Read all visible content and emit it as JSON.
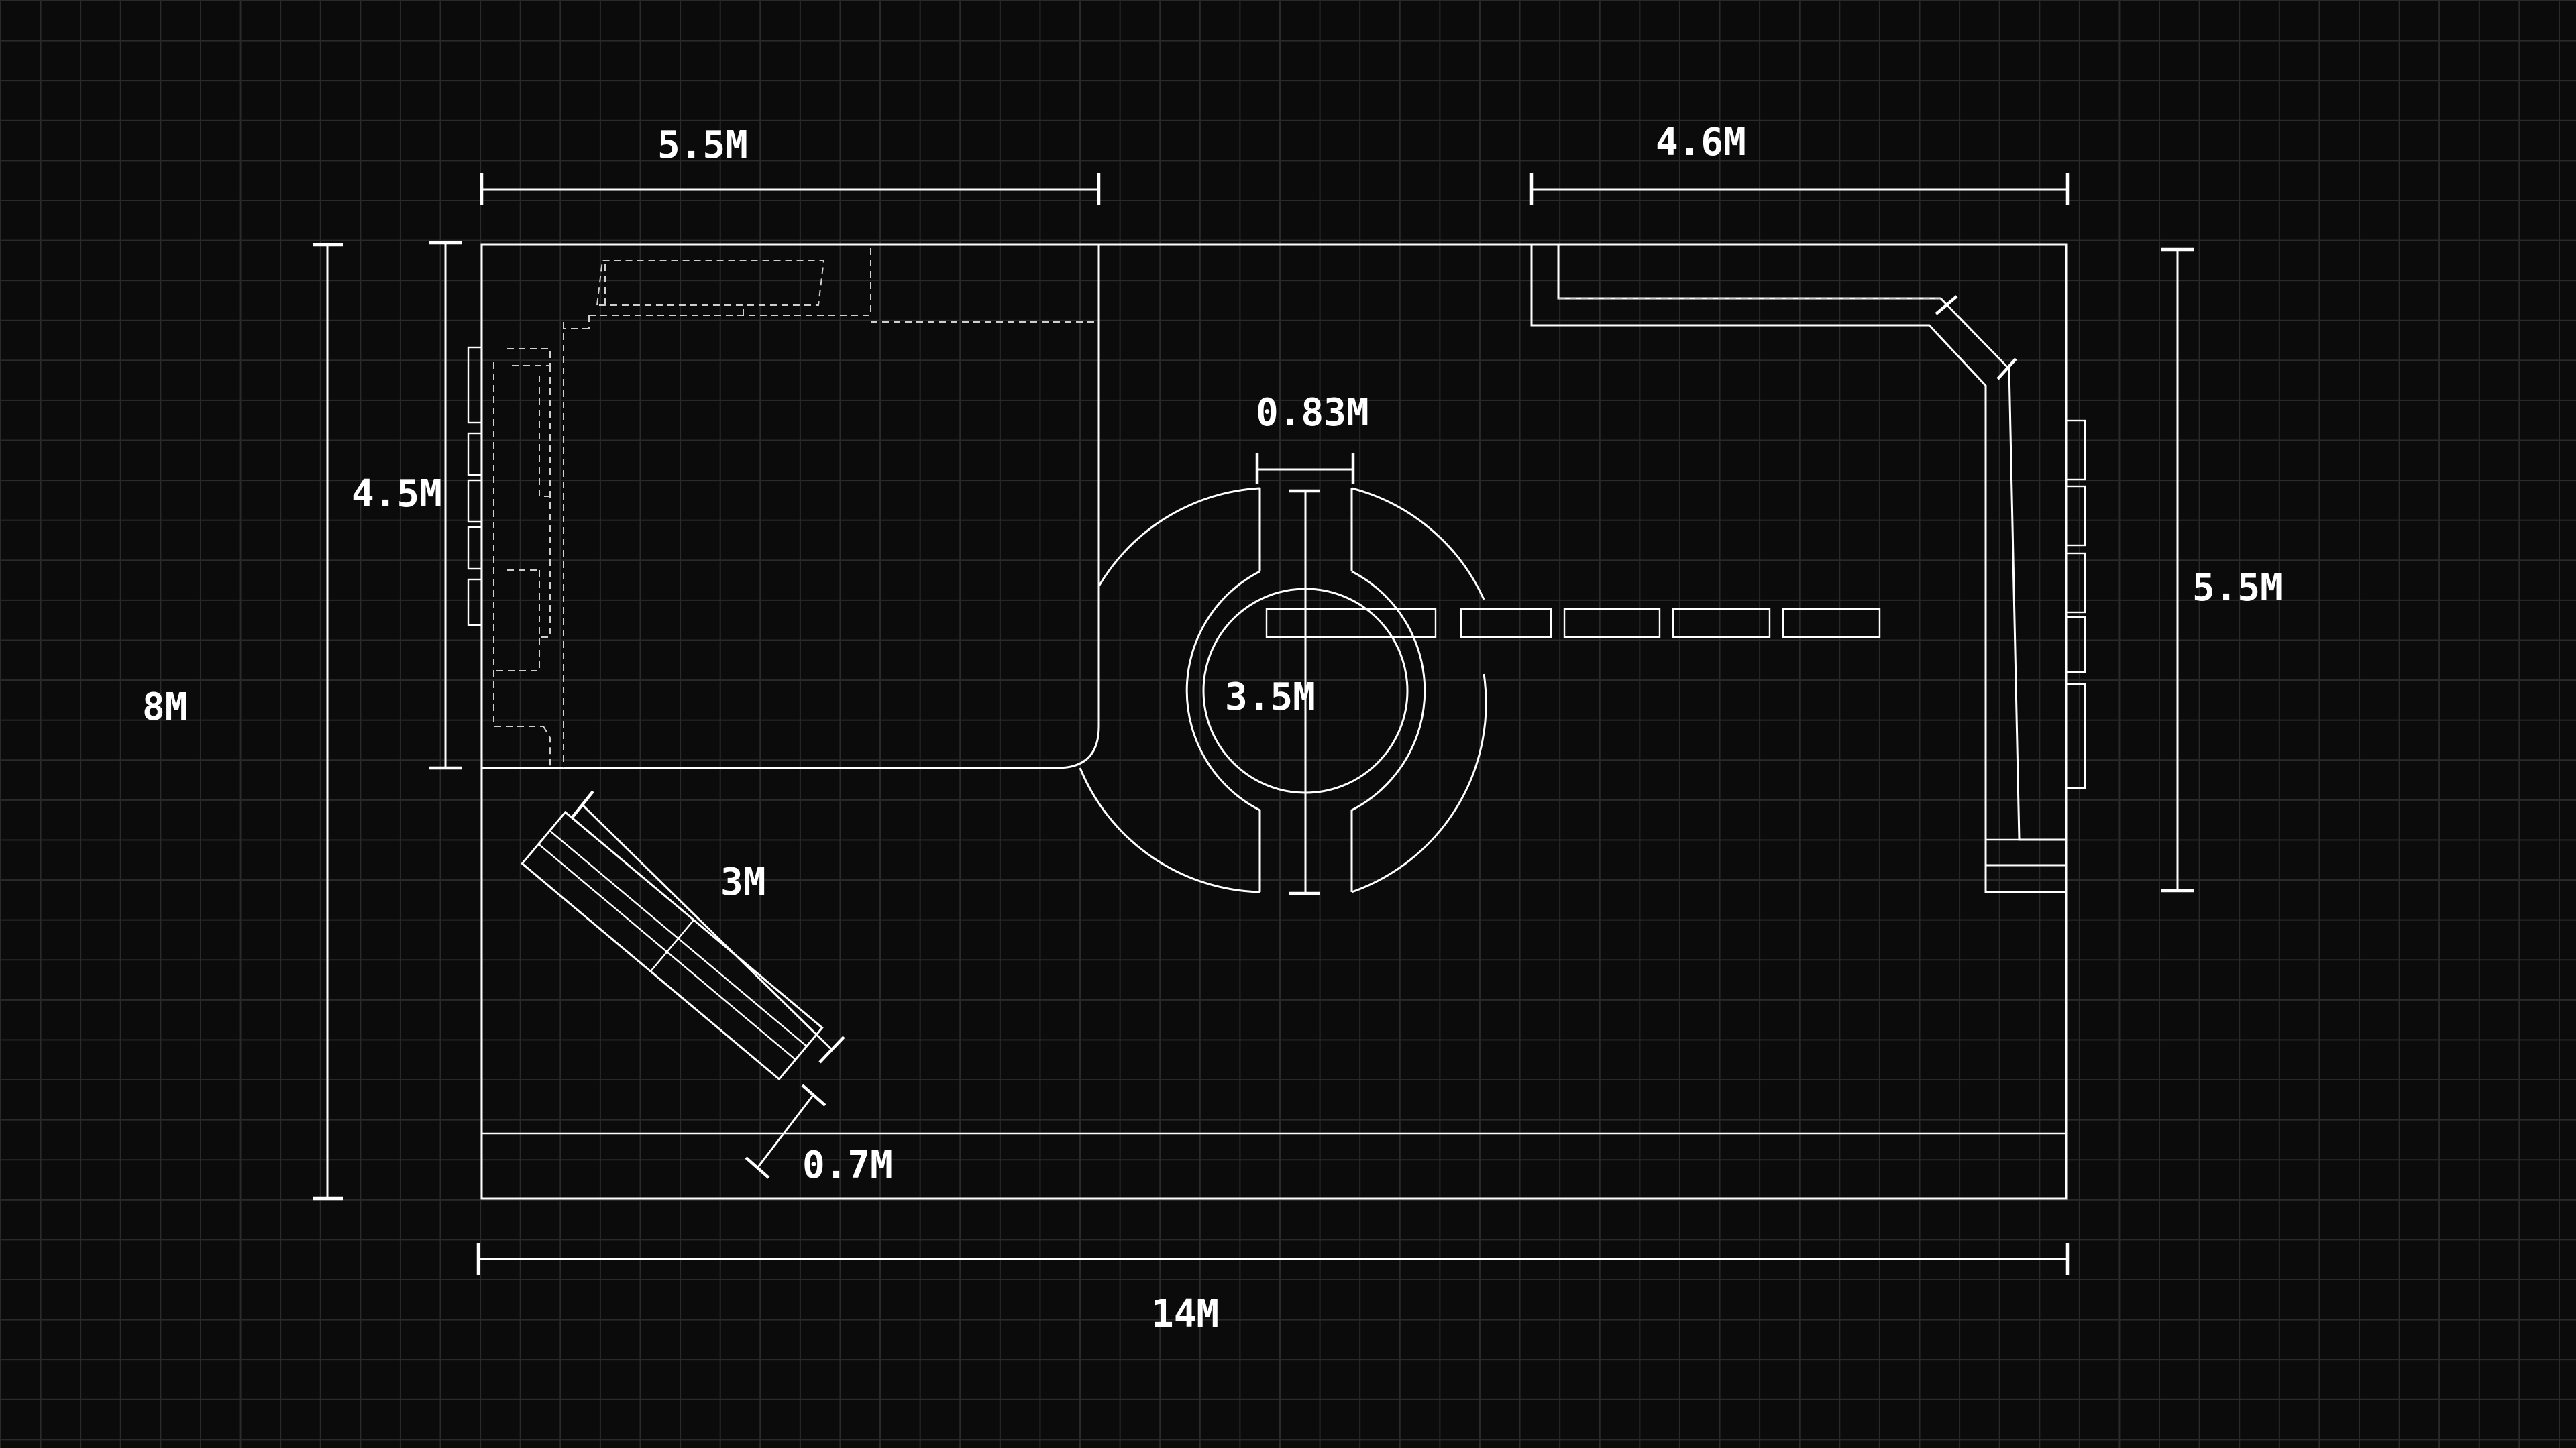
{
  "colors": {
    "background": "#0b0b0b",
    "grid": "#2a2a2a",
    "lines": "#ffffff",
    "hidden_lines": "#cfcfcf"
  },
  "dimensions": {
    "left_room_width": "5.5M",
    "right_counter_width": "4.6M",
    "left_room_depth": "4.5M",
    "overall_depth": "8M",
    "right_counter_depth": "5.5M",
    "round_opening": "0.83M",
    "round_diameter": "3.5M",
    "sofa_length": "3M",
    "sofa_depth": "0.7M",
    "overall_width": "14M"
  }
}
